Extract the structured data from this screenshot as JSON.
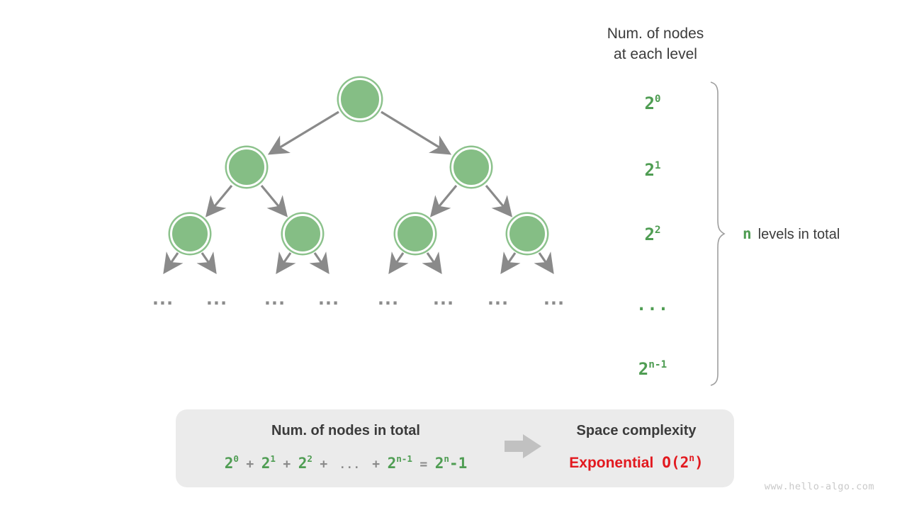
{
  "side": {
    "header_line1": "Num. of nodes",
    "header_line2": "at each level",
    "levels": [
      {
        "base": "2",
        "sup": "0"
      },
      {
        "base": "2",
        "sup": "1"
      },
      {
        "base": "2",
        "sup": "2"
      },
      {
        "dots": "..."
      },
      {
        "base": "2",
        "sup": "n-1"
      }
    ],
    "brace_n": "n",
    "brace_text": "levels in total"
  },
  "tree": {
    "ellipsis": "..."
  },
  "summary": {
    "left_title": "Num. of nodes in total",
    "formula": {
      "p0": {
        "base": "2",
        "sup": "0"
      },
      "op1": "+",
      "p1": {
        "base": "2",
        "sup": "1"
      },
      "op2": "+",
      "p2": {
        "base": "2",
        "sup": "2"
      },
      "op3": "+",
      "dots": "...",
      "op4": "+",
      "pn": {
        "base": "2",
        "sup": "n-1"
      },
      "eq": "=",
      "result": {
        "base": "2",
        "sup": "n",
        "rest": "-1"
      }
    },
    "right_title": "Space complexity",
    "complexity_word": "Exponential",
    "big_o": {
      "pre": "O(2",
      "sup": "n",
      "post": ")"
    }
  },
  "watermark": "www.hello-algo.com",
  "colors": {
    "node_green": "#85be85",
    "node_ring_green": "#8cc28c",
    "text_green": "#4f9d53",
    "red": "#e2191f",
    "arrow_gray": "#8a8a8a",
    "light_arrow_gray": "#c1c1c1",
    "box_bg": "#ebebeb",
    "dark_text": "#3b3b3b",
    "watermark_gray": "#c9c9c9"
  }
}
